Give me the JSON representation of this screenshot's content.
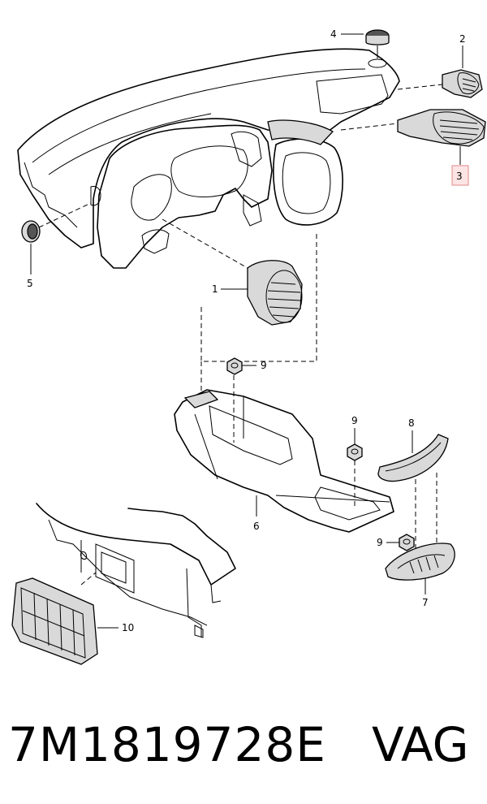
{
  "diagram": {
    "callouts": {
      "c1": "1",
      "c2": "2",
      "c3": "3",
      "c4": "4",
      "c5": "5",
      "c6": "6",
      "c7": "7",
      "c8": "8",
      "c9a": "9",
      "c9b": "9",
      "c9c": "9",
      "c10": "10"
    },
    "highlighted_callout": "3",
    "highlight_color": "#fde4e4"
  },
  "footer": {
    "part_number": "7M1819728E",
    "brand": "VAG"
  }
}
